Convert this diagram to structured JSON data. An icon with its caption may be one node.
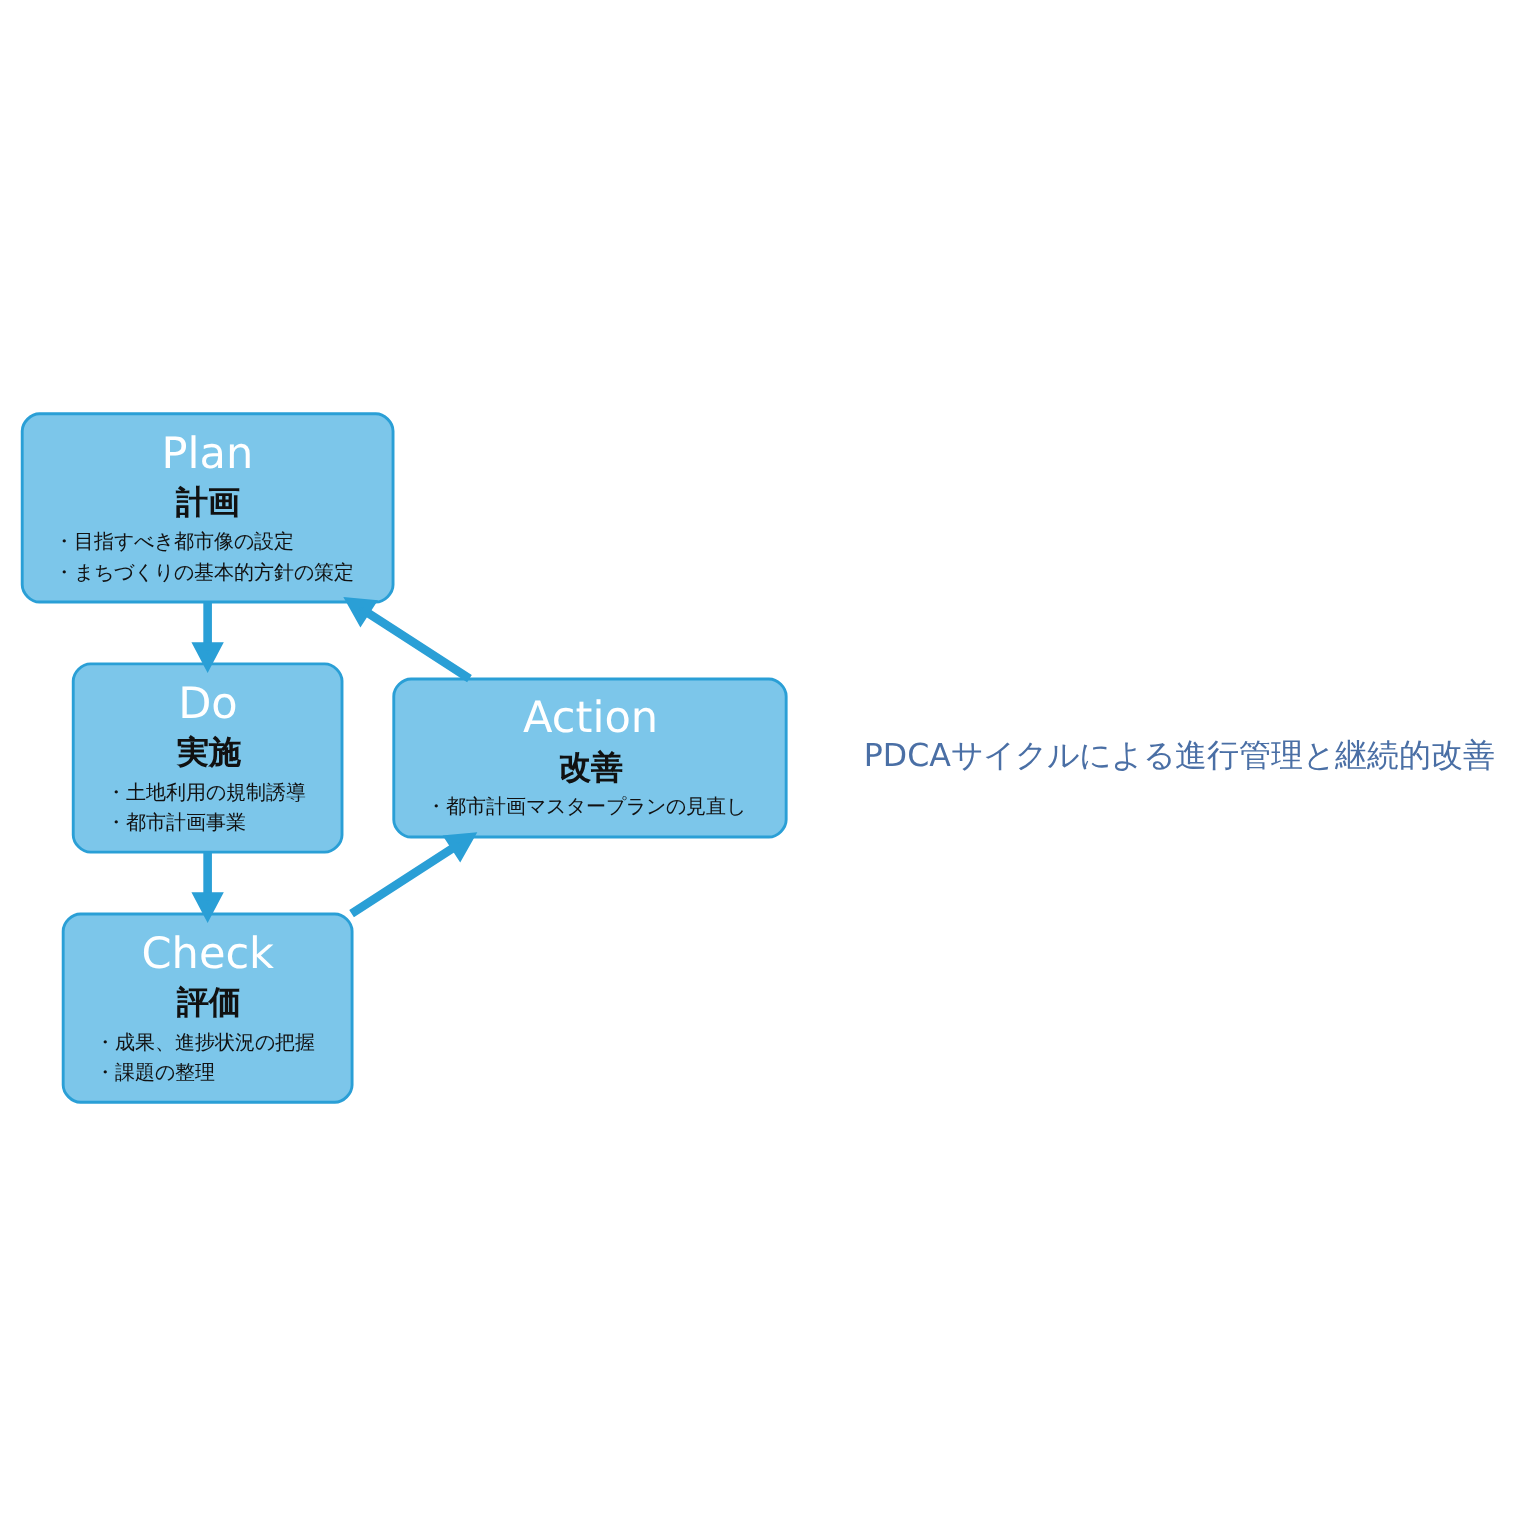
{
  "diagram": {
    "nodes": [
      {
        "text": [
          "Plan",
          "計画",
          "・目指すべき都市像の設定",
          "・まちづくりの基本的方針の策定"
        ]
      },
      {
        "text": [
          "Do",
          "実施",
          "・土地利用の規制誘導",
          "・都市計画事業"
        ]
      },
      {
        "text": [
          "Check",
          "評価",
          "・成果、進捗状況の把握",
          "・課題の整理"
        ]
      },
      {
        "text": [
          "Action",
          "改善",
          "・都市計画マスタープランの見直し"
        ]
      }
    ],
    "edges": [
      {
        "from": 0,
        "to": 1,
        "arrow": "to"
      },
      {
        "from": 1,
        "to": 2,
        "arrow": "to"
      },
      {
        "from": 2,
        "to": 3,
        "arrow": "to"
      },
      {
        "from": 3,
        "to": 0,
        "arrow": "to"
      }
    ],
    "labels": [
      "PDCAサイクルによる進行管理と継続的改善"
    ]
  }
}
